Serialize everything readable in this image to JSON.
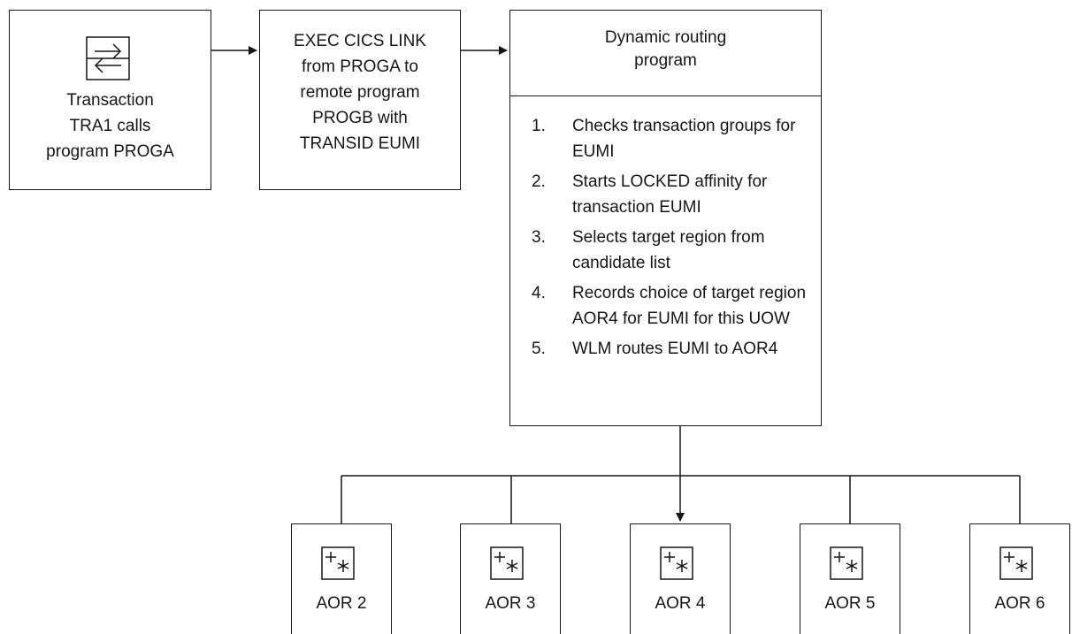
{
  "transaction_box": {
    "icon": "transaction-exchange-icon",
    "lines": [
      "Transaction",
      "TRA1 calls",
      "program PROGA"
    ]
  },
  "link_box": {
    "lines": [
      "EXEC CICS LINK",
      "from PROGA to",
      "remote program",
      "PROGB with",
      "TRANSID EUMI"
    ]
  },
  "router_box": {
    "title_lines": [
      "Dynamic routing",
      "program"
    ],
    "steps": [
      {
        "num": "1.",
        "text": "Checks transaction groups for EUMI"
      },
      {
        "num": "2.",
        "text": "Starts LOCKED affinity for transaction EUMI"
      },
      {
        "num": "3.",
        "text": "Selects target region from candidate list"
      },
      {
        "num": "4.",
        "text": "Records choice of target region AOR4 for EUMI for this UOW"
      },
      {
        "num": "5.",
        "text": "WLM routes EUMI to AOR4"
      }
    ]
  },
  "regions": [
    {
      "label": "AOR 2",
      "icon": "region-icon"
    },
    {
      "label": "AOR 3",
      "icon": "region-icon"
    },
    {
      "label": "AOR 4",
      "icon": "region-icon",
      "target": true
    },
    {
      "label": "AOR 5",
      "icon": "region-icon"
    },
    {
      "label": "AOR 6",
      "icon": "region-icon"
    }
  ],
  "colors": {
    "line": "#161616",
    "background": "#ffffff"
  }
}
